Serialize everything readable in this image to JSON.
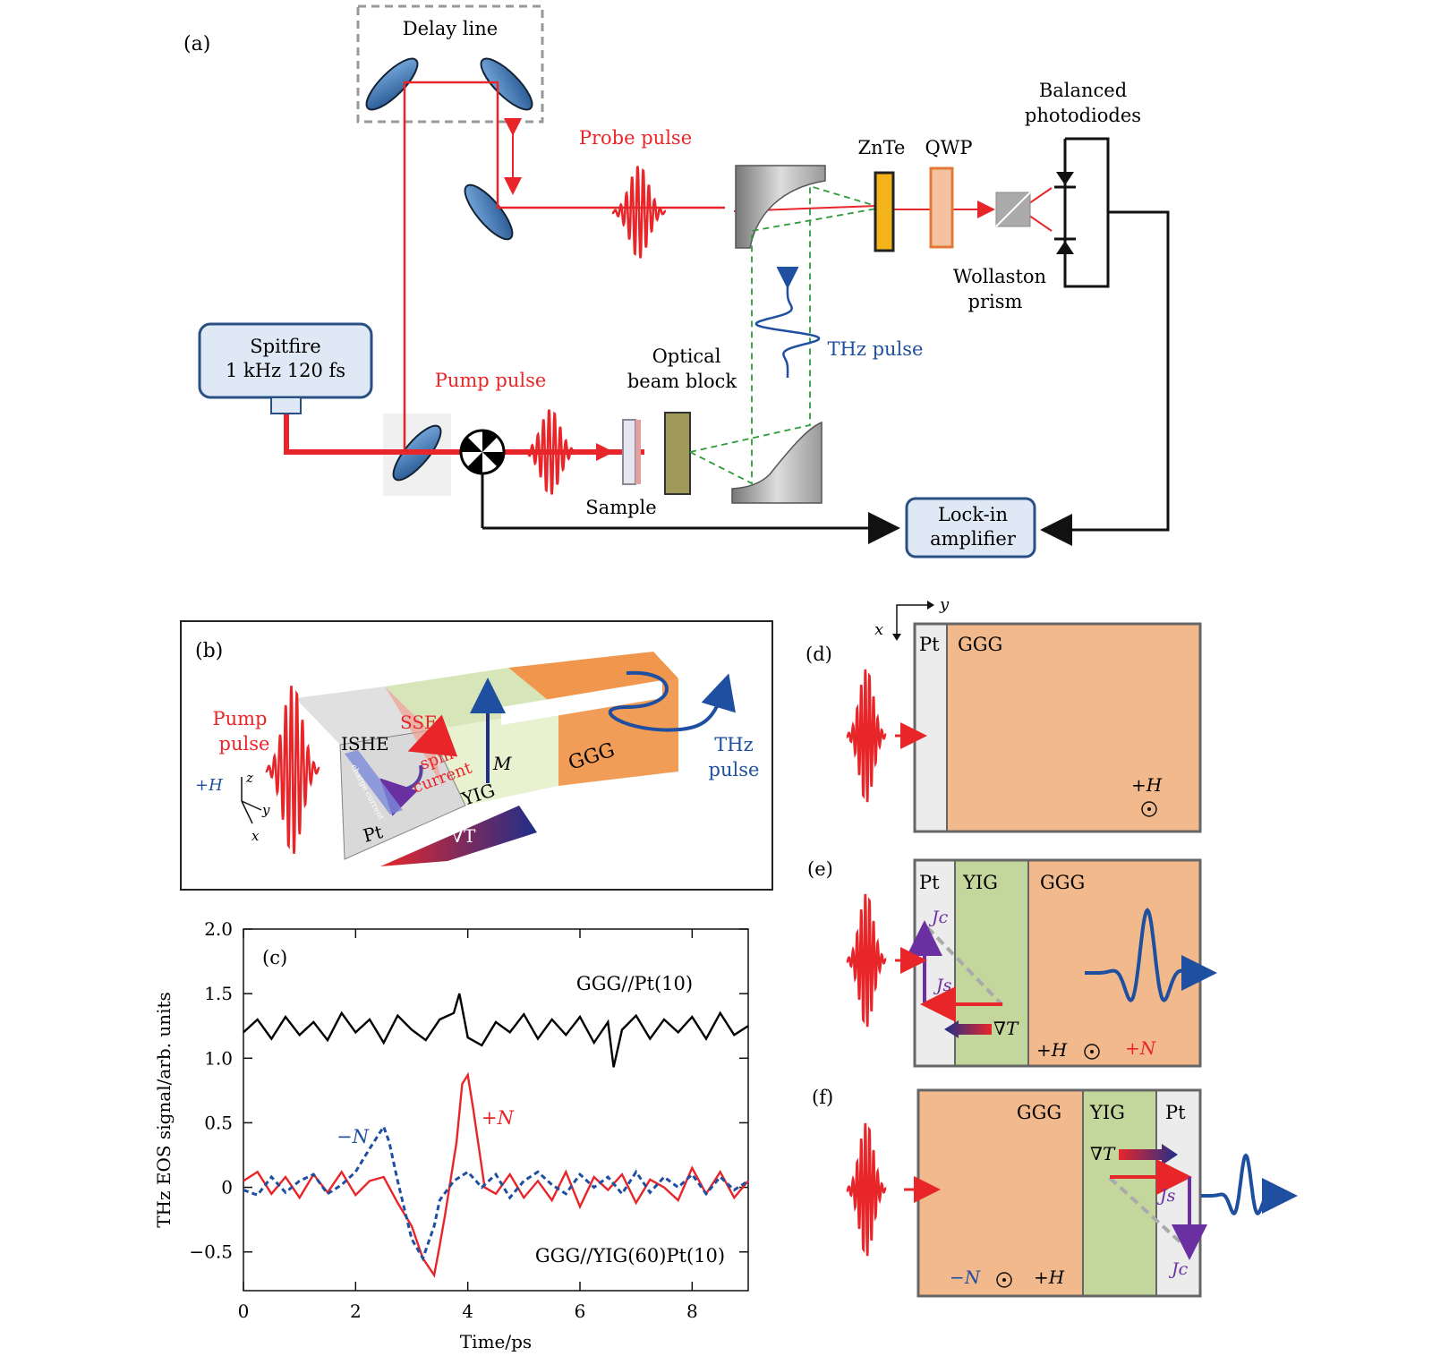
{
  "panel_a": {
    "label": "(a)",
    "delay_line": "Delay line",
    "probe_pulse": "Probe pulse",
    "pump_pulse": "Pump pulse",
    "znte": "ZnTe",
    "qwp": "QWP",
    "balanced_1": "Balanced",
    "balanced_2": "photodiodes",
    "wollaston_1": "Wollaston",
    "wollaston_2": "prism",
    "thz_pulse": "THz pulse",
    "block_1": "Optical",
    "block_2": "beam block",
    "laser_1": "Spitfire",
    "laser_2": "1 kHz   120 fs",
    "sample": "Sample",
    "lockin_1": "Lock-in",
    "lockin_2": "amplifier"
  },
  "panel_b": {
    "label": "(b)",
    "pump_1": "Pump",
    "pump_2": "pulse",
    "field": "+H",
    "ishe": "ISHE",
    "sse": "SSE",
    "spin_1": "spin",
    "spin_2": "current",
    "charge": "charge current",
    "yig": "YIG",
    "m": "M",
    "ggg": "GGG",
    "pt": "Pt",
    "grad": "∇T",
    "thz_1": "THz",
    "thz_2": "pulse",
    "ax_z": "z",
    "ax_y": "y",
    "ax_x": "x"
  },
  "panel_c": {
    "label": "(c)",
    "ylabel": "THz EOS signal/arb. units",
    "xlabel": "Time/ps",
    "top_label": "GGG//Pt(10)",
    "bottom_label": "GGG//YIG(60)Pt(10)",
    "plus_n": "+N",
    "minus_n": "−N"
  },
  "panel_d": {
    "label": "(d)",
    "pt": "Pt",
    "ggg": "GGG",
    "field": "+H",
    "ax_x": "x",
    "ax_y": "y"
  },
  "panel_e": {
    "label": "(e)",
    "pt": "Pt",
    "yig": "YIG",
    "ggg": "GGG",
    "jc": "Jc",
    "js": "Js",
    "grad": "∇T",
    "field": "+H",
    "n": "+N"
  },
  "panel_f": {
    "label": "(f)",
    "ggg": "GGG",
    "yig": "YIG",
    "pt": "Pt",
    "grad": "∇T",
    "js": "Js",
    "jc": "Jc",
    "n": "−N",
    "field": "+H"
  },
  "colors": {
    "red": "#e8262a",
    "blue": "#1f4fa0",
    "ggg": "#f2b98c",
    "yig": "#c3d69b",
    "pt": "#ececec",
    "box": "#dfe8f5",
    "green_dash": "#2e9a3a"
  },
  "chart_data": {
    "type": "line",
    "xlabel": "Time/ps",
    "ylabel": "THz EOS signal/arb. units",
    "xlim": [
      0,
      9
    ],
    "ylim": [
      -0.8,
      2.0
    ],
    "xticks": [
      0,
      2,
      4,
      6,
      8
    ],
    "yticks": [
      -0.5,
      0,
      0.5,
      1.0,
      1.5,
      2.0
    ],
    "ytick_labels": [
      "−0.5",
      "0",
      "0.5",
      "1.0",
      "1.5",
      "2.0"
    ],
    "series": [
      {
        "name": "GGG//Pt(10)",
        "color": "#000000",
        "style": "solid",
        "x": [
          0,
          0.25,
          0.5,
          0.75,
          1.0,
          1.25,
          1.5,
          1.75,
          2.0,
          2.25,
          2.5,
          2.75,
          3.0,
          3.25,
          3.5,
          3.75,
          3.85,
          4.0,
          4.25,
          4.5,
          4.75,
          5.0,
          5.25,
          5.5,
          5.75,
          6.0,
          6.25,
          6.5,
          6.6,
          6.75,
          7.0,
          7.25,
          7.5,
          7.75,
          8.0,
          8.25,
          8.5,
          8.75,
          9.0
        ],
        "y": [
          1.2,
          1.3,
          1.15,
          1.32,
          1.18,
          1.28,
          1.14,
          1.35,
          1.2,
          1.3,
          1.12,
          1.33,
          1.22,
          1.14,
          1.3,
          1.35,
          1.5,
          1.16,
          1.1,
          1.28,
          1.2,
          1.34,
          1.15,
          1.3,
          1.18,
          1.32,
          1.12,
          1.28,
          0.93,
          1.22,
          1.33,
          1.15,
          1.3,
          1.2,
          1.32,
          1.15,
          1.35,
          1.18,
          1.25
        ]
      },
      {
        "name": "+N",
        "color": "#e8262a",
        "style": "solid",
        "x": [
          0,
          0.25,
          0.5,
          0.75,
          1.0,
          1.25,
          1.5,
          1.75,
          2.0,
          2.25,
          2.5,
          2.75,
          3.0,
          3.2,
          3.4,
          3.5,
          3.6,
          3.8,
          3.9,
          4.0,
          4.1,
          4.3,
          4.5,
          4.75,
          5.0,
          5.25,
          5.5,
          5.75,
          6.0,
          6.25,
          6.5,
          6.75,
          7.0,
          7.25,
          7.5,
          7.75,
          8.0,
          8.25,
          8.5,
          8.75,
          9.0
        ],
        "y": [
          0.05,
          0.12,
          -0.05,
          0.08,
          -0.08,
          0.1,
          -0.04,
          0.12,
          -0.06,
          0.05,
          0.08,
          -0.12,
          -0.3,
          -0.55,
          -0.68,
          -0.45,
          -0.2,
          0.35,
          0.8,
          0.87,
          0.6,
          0.0,
          -0.05,
          0.1,
          -0.08,
          0.05,
          -0.1,
          0.12,
          -0.15,
          0.08,
          -0.02,
          0.1,
          -0.12,
          0.06,
          0.0,
          -0.1,
          0.15,
          -0.05,
          0.12,
          -0.08,
          0.05
        ]
      },
      {
        "name": "−N",
        "color": "#1f4fa0",
        "style": "dashed",
        "x": [
          0,
          0.25,
          0.5,
          0.75,
          1.0,
          1.25,
          1.5,
          1.75,
          2.0,
          2.25,
          2.5,
          2.6,
          2.75,
          3.0,
          3.2,
          3.4,
          3.5,
          3.75,
          4.0,
          4.25,
          4.5,
          4.75,
          5.0,
          5.25,
          5.5,
          5.75,
          6.0,
          6.25,
          6.5,
          6.75,
          7.0,
          7.25,
          7.5,
          7.75,
          8.0,
          8.25,
          8.5,
          8.75,
          9.0
        ],
        "y": [
          -0.02,
          -0.06,
          0.08,
          -0.04,
          0.05,
          0.1,
          -0.05,
          0.02,
          0.12,
          0.3,
          0.47,
          0.35,
          0.05,
          -0.4,
          -0.55,
          -0.3,
          -0.1,
          0.05,
          0.12,
          0.0,
          0.1,
          -0.08,
          0.05,
          0.12,
          0.02,
          -0.05,
          0.1,
          0.0,
          0.08,
          -0.05,
          0.12,
          -0.04,
          0.08,
          0.0,
          0.1,
          -0.05,
          0.08,
          -0.02,
          0.05
        ]
      }
    ]
  }
}
